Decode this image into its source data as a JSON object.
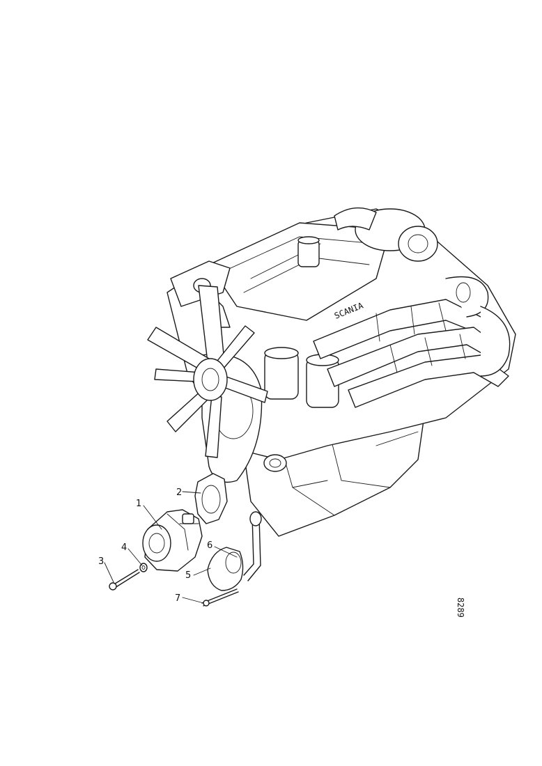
{
  "diagram": {
    "drawing_number": "8289",
    "engine_badge": "SCANIA",
    "callouts": [
      "1",
      "2",
      "3",
      "4",
      "5",
      "6",
      "7"
    ]
  }
}
